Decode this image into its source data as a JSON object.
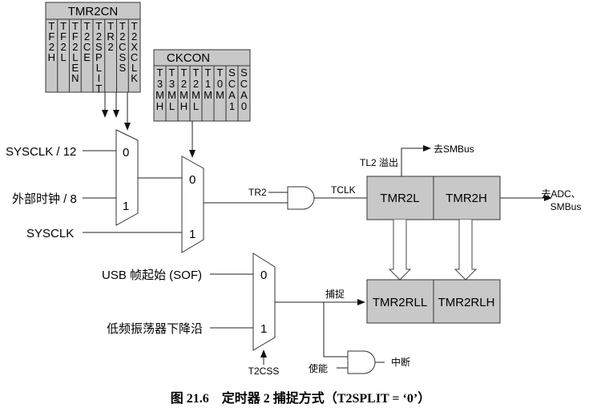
{
  "registers": {
    "tmr2cn": {
      "title": "TMR2CN",
      "bits": [
        [
          "T",
          "F",
          "2",
          "H"
        ],
        [
          "T",
          "F",
          "2",
          "L"
        ],
        [
          "T",
          "F",
          "2",
          "L",
          "E",
          "N"
        ],
        [
          "T",
          "2",
          "C",
          "E"
        ],
        [
          "T",
          "2",
          "S",
          "P",
          "L",
          "I",
          "T"
        ],
        [
          "T",
          "R",
          "2"
        ],
        [
          "T",
          "2",
          "C",
          "S",
          "S"
        ],
        [
          "T",
          "2",
          "X",
          "C",
          "L",
          "K"
        ]
      ]
    },
    "ckcon": {
      "title": "CKCON",
      "bits": [
        [
          "T",
          "3",
          "M",
          "H"
        ],
        [
          "T",
          "3",
          "M",
          "L"
        ],
        [
          "T",
          "2",
          "M",
          "H"
        ],
        [
          "T",
          "2",
          "M",
          "L"
        ],
        [
          "T",
          "1",
          "M"
        ],
        [
          "T",
          "0",
          "M"
        ],
        [
          "S",
          "C",
          "A",
          "1"
        ],
        [
          "S",
          "C",
          "A",
          "0"
        ]
      ]
    }
  },
  "inputs": {
    "sysclk_div12": "SYSCLK / 12",
    "ext_clk_div8": "外部时钟 / 8",
    "sysclk": "SYSCLK",
    "usb_sof": "USB 帧起始 (SOF)",
    "lfosc_fall": "低频振荡器下降沿"
  },
  "mux": {
    "in0": "0",
    "in1": "1",
    "t2css": "T2CSS"
  },
  "signals": {
    "tr2": "TR2",
    "tclk": "TCLK",
    "tl2_overflow": "TL2 溢出",
    "to_smbus": "去SMBus",
    "to_adc_line1": "去ADC、",
    "to_adc_line2": "SMBus",
    "capture": "捕捉",
    "enable": "使能",
    "interrupt": "中断"
  },
  "blocks": {
    "tmr2l": "TMR2L",
    "tmr2h": "TMR2H",
    "tmr2rll": "TMR2RLL",
    "tmr2rlh": "TMR2RLH"
  },
  "colors": {
    "register_fill": "#c8c8c8",
    "line": "#222222"
  },
  "caption": "图 21.6    定时器 2 捕捉方式（T2SPLIT = ‘0’）"
}
